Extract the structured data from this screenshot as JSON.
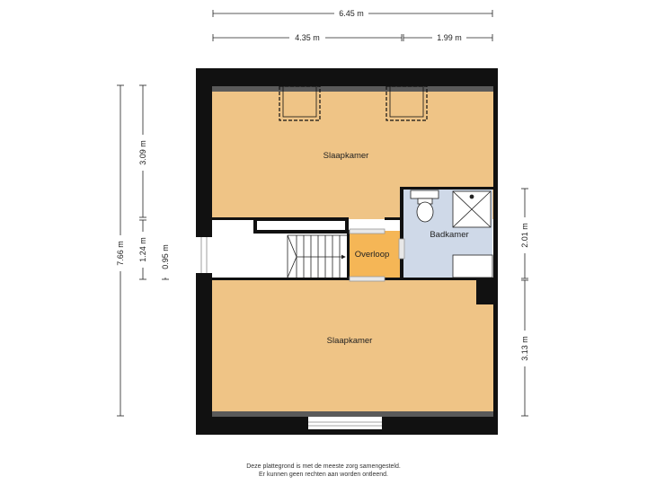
{
  "dimensions": {
    "total_width": "6.45 m",
    "left_width": "4.35 m",
    "right_width": "1.99 m",
    "total_depth": "7.66 m",
    "top_depth": "3.09 m",
    "mid_depth": "1.24 m",
    "opening_depth": "0.95 m",
    "bath_depth": "2.01 m",
    "bottom_depth": "3.13 m"
  },
  "rooms": {
    "bedroom_top": "Slaapkamer",
    "bathroom": "Badkamer",
    "landing": "Overloop",
    "bedroom_bottom": "Slaapkamer"
  },
  "colors": {
    "bedroom": "#efc486",
    "landing": "#f5b656",
    "bathroom": "#cfd9e8",
    "wall": "#111111"
  },
  "footer": {
    "line1": "Deze plattegrond is met de meeste zorg samengesteld.",
    "line2": "Er kunnen geen rechten aan worden ontleend."
  }
}
